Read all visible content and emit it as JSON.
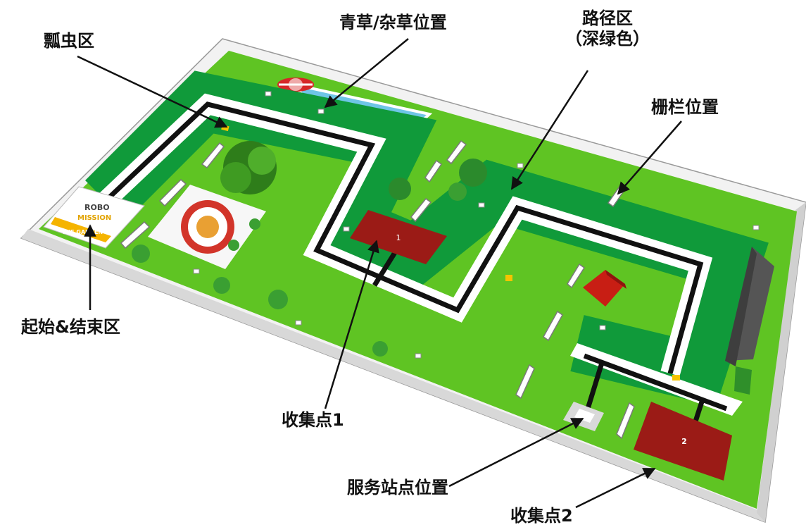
{
  "labels": {
    "ladybug_zone": "瓢虫区",
    "grass_weed_position": "青草/杂草位置",
    "path_zone_title": "路径区",
    "path_zone_sub": "（深绿色）",
    "fence_position": "栅栏位置",
    "start_end_zone": "起始&结束区",
    "collection_point_1": "收集点1",
    "service_station_position": "服务站点位置",
    "collection_point_2": "收集点2"
  },
  "board": {
    "start_panel_lines": [
      "ROBO",
      "MISSION",
      "THE GARDEN"
    ],
    "collection_area_1_number": "1",
    "collection_area_2_number": "2",
    "colors": {
      "wall": "#f2f2f2",
      "wall_shade": "#cfcfcf",
      "grass": "#5fc423",
      "path": "#109a3a",
      "white_band": "#ffffff",
      "line": "#111111",
      "collection_red": "#9b1b16",
      "roof_red": "#c81e14",
      "pool": "#6ec5e6",
      "marker_yellow": "#f5c400",
      "roof_gray": "#555555"
    }
  }
}
